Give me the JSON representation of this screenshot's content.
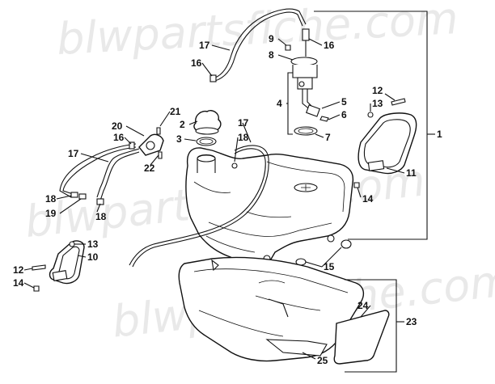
{
  "watermark": {
    "text_top": "blwpartsfiche.com",
    "text_middle": "blwpartsfiche.com",
    "text_bottom": "blwpartsfiche.com"
  },
  "callouts": {
    "c1": "1",
    "c2": "2",
    "c3": "3",
    "c4": "4",
    "c5": "5",
    "c6": "6",
    "c7": "7",
    "c8": "8",
    "c9": "9",
    "c10": "10",
    "c11": "11",
    "c12a": "12",
    "c12b": "12",
    "c13a": "13",
    "c13b": "13",
    "c14a": "14",
    "c14b": "14",
    "c15": "15",
    "c16a": "16",
    "c16b": "16",
    "c16c": "16",
    "c17a": "17",
    "c17b": "17",
    "c17c": "17",
    "c18a": "18",
    "c18b": "18",
    "c18c": "18",
    "c19": "19",
    "c20": "20",
    "c21": "21",
    "c22": "22",
    "c23": "23",
    "c24": "24",
    "c25": "25"
  },
  "colors": {
    "line": "#111111",
    "watermark": "#d8d8d8",
    "background": "#ffffff"
  }
}
